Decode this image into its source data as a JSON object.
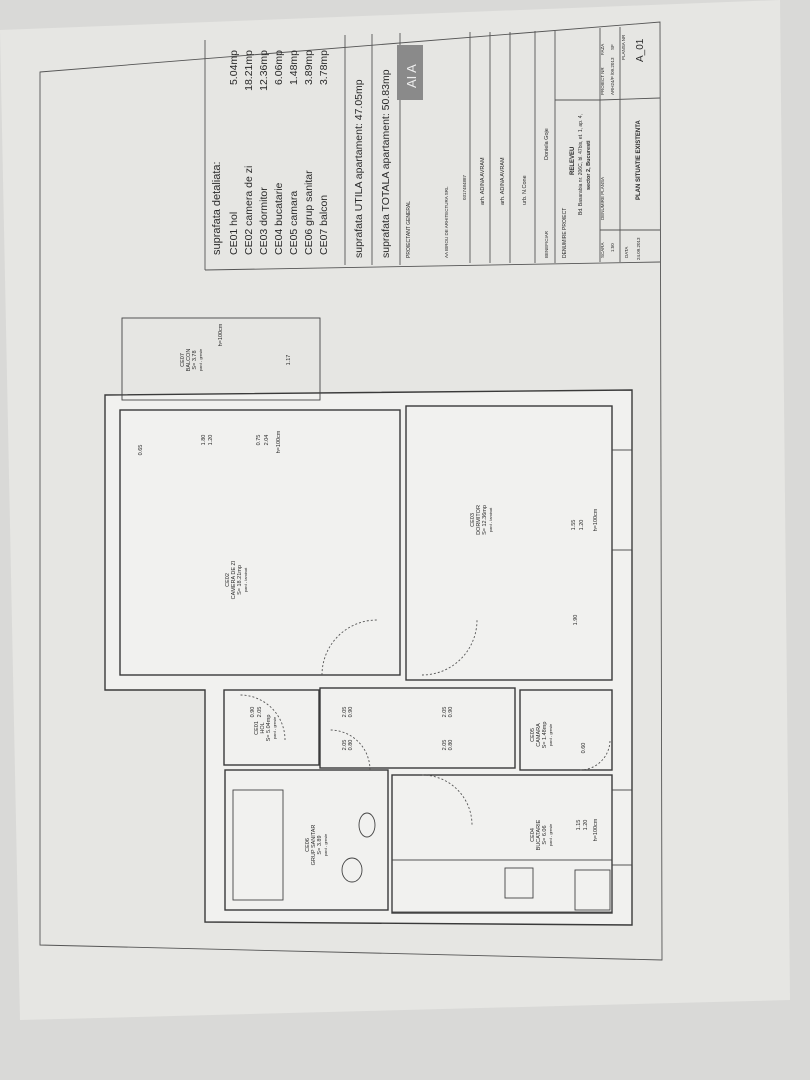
{
  "legend": {
    "title": "suprafata detaliata:",
    "rooms": [
      {
        "name": "CE01 hol",
        "area": "5.04mp"
      },
      {
        "name": "CE02 camera de zi",
        "area": "18.21mp"
      },
      {
        "name": "CE03 dormitor",
        "area": "12.36mp"
      },
      {
        "name": "CE04 bucatarie",
        "area": "6.06mp"
      },
      {
        "name": "CE05 camara",
        "area": "1.48mp"
      },
      {
        "name": "CE06 grup sanitar",
        "area": "3.89mp"
      },
      {
        "name": "CE07 balcon",
        "area": "3.78mp"
      }
    ],
    "util": "suprafata UTILA apartament: 47.05mp",
    "total": "suprafata TOTALA apartament: 50.83mp"
  },
  "title_block": {
    "logo": "AI A",
    "projectant_label": "PROIECTANT GENERAL",
    "company": "AA BIROU DE ARHITECTURA SRL",
    "phone": "0317484887",
    "sef_proiect": "arh. ADINA AVRAM",
    "proiectat": "arh. ADINA AVRAM",
    "desenat": "urb. N.Cone",
    "beneficiar_label": "BENEFICIAR",
    "beneficiar": "Doniela Goje",
    "denumire_proiect_label": "DENUMIRE PROIECT",
    "project_name": "RELEVEU",
    "address1": "Bd. Basarabia nr. 206C, bl. 47bis, et. 1, ap. 4,",
    "address2": "sector 2, Bucuresti",
    "proiect_nr_label": "PROIECT NR",
    "proiect_nr": "ARH24/P /09.2013",
    "faza_label": "FAZA",
    "faza": "SF",
    "plansa_nr_label": "PLANSA NR",
    "plansa_nr": "A_01",
    "scara_label": "SCARA",
    "scara": "1:50",
    "denumire_plansa_label": "DENUMIRE PLANSA",
    "denumire_plansa": "PLAN SITUATIE EXISTENTA",
    "data_label": "DATA",
    "data": "24.09.2013"
  },
  "rooms": {
    "ce01": {
      "code": "CE01",
      "name": "HOL",
      "area": "S= 5.04mp",
      "finish": "pard - gresie"
    },
    "ce02": {
      "code": "CE02",
      "name": "CAMERA DE ZI",
      "area": "S= 18.21mp",
      "finish": "pard - laminat"
    },
    "ce03": {
      "code": "CE03",
      "name": "DORMITOR",
      "area": "S= 12.36mp",
      "finish": "pard - laminat"
    },
    "ce04": {
      "code": "CE04",
      "name": "BUCATARIE",
      "area": "S= 6.06",
      "finish": "pard - gresie"
    },
    "ce05": {
      "code": "CE05",
      "name": "CAMARA",
      "area": "S= 1.48mp",
      "finish": "pard - gresie"
    },
    "ce06": {
      "code": "CE06",
      "name": "GRUP SANITAR",
      "area": "S= 3.89",
      "finish": "pard - gresie"
    },
    "ce07": {
      "code": "CE07",
      "name": "BALCON",
      "area": "S= 3.78",
      "finish": "pard - gresie"
    }
  },
  "dimensions": {
    "d1": "0.65",
    "d2": "1.80",
    "d3": "1.20",
    "d4": "0.75",
    "d5": "2.04",
    "d6": "1.17",
    "h": "h=100cm",
    "d7": "1.55",
    "d8": "1.20",
    "d9": "1.90",
    "d10": "0.90",
    "d11": "2.05",
    "d12": "0.80",
    "d13": "1.15",
    "d14": "0.60"
  }
}
